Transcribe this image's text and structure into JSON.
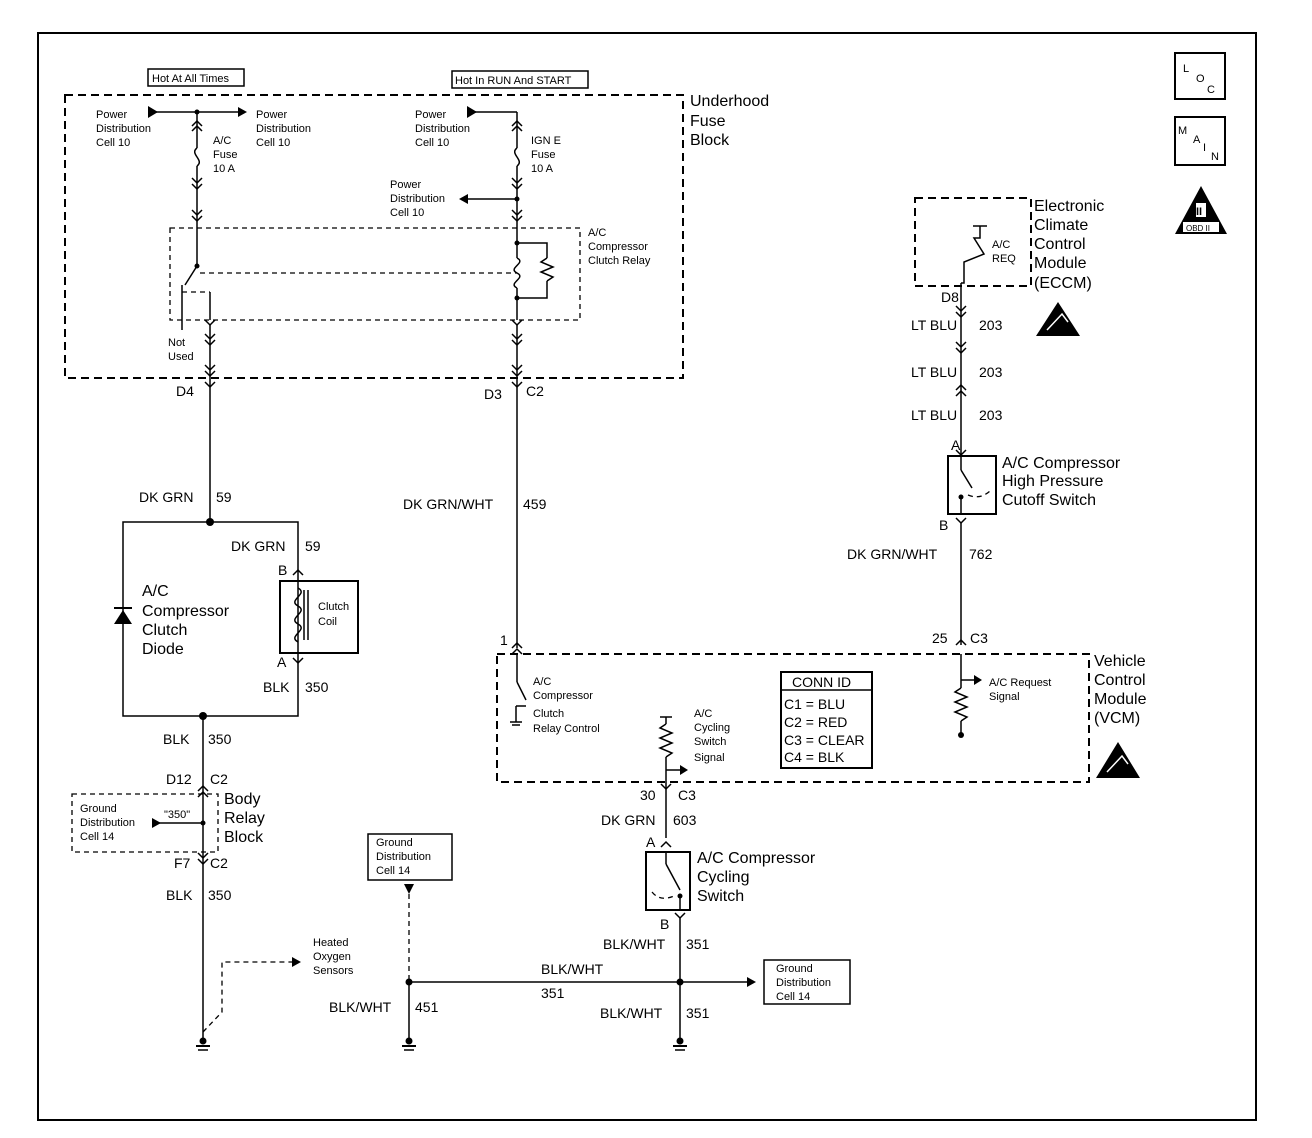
{
  "badges": {
    "loc": [
      "L",
      "O",
      "C"
    ],
    "main": [
      "M",
      "A",
      "I",
      "N"
    ],
    "obd": "OBD II",
    "obd_roman": "II"
  },
  "headers": {
    "hot_always": "Hot At All Times",
    "hot_run": "Hot In RUN And START"
  },
  "fuse_block": {
    "title": [
      "Underhood",
      "Fuse",
      "Block"
    ],
    "pd_left": [
      "Power",
      "Distribution",
      "Cell 10"
    ],
    "pd_left_out": [
      "Power",
      "Distribution",
      "Cell 10"
    ],
    "pd_ign": [
      "Power",
      "Distribution",
      "Cell 10"
    ],
    "pd_ign_out": [
      "Power",
      "Distribution",
      "Cell 10"
    ],
    "fuse_ac": [
      "A/C",
      "Fuse",
      "10 A"
    ],
    "fuse_ign": [
      "IGN E",
      "Fuse",
      "10 A"
    ],
    "relay": [
      "A/C",
      "Compressor",
      "Clutch Relay"
    ],
    "not_used": [
      "Not",
      "Used"
    ],
    "pin_d4": "D4",
    "pin_d3": "D3",
    "pin_c2": "C2"
  },
  "eccm": {
    "title": [
      "Electronic",
      "Climate",
      "Control",
      "Module",
      "(ECCM)"
    ],
    "ac_req": [
      "A/C",
      "REQ"
    ],
    "pin_d8": "D8"
  },
  "wires": {
    "w203_a": {
      "color": "LT BLU",
      "num": "203"
    },
    "w203_b": {
      "color": "LT BLU",
      "num": "203"
    },
    "w203_c": {
      "color": "LT BLU",
      "num": "203"
    },
    "w59_a": {
      "color": "DK GRN",
      "num": "59"
    },
    "w59_b": {
      "color": "DK GRN",
      "num": "59"
    },
    "w459": {
      "color": "DK GRN/WHT",
      "num": "459"
    },
    "w762": {
      "color": "DK GRN/WHT",
      "num": "762"
    },
    "w350_a": {
      "color": "BLK",
      "num": "350"
    },
    "w350_b": {
      "color": "BLK",
      "num": "350"
    },
    "w350_c": {
      "color": "BLK",
      "num": "350"
    },
    "w603": {
      "color": "DK GRN",
      "num": "603"
    },
    "w351_a": {
      "color": "BLK/WHT",
      "num": "351"
    },
    "w351_b": {
      "color": "BLK/WHT",
      "num": "351"
    },
    "w351_c": {
      "color": "BLK/WHT",
      "num": "351"
    },
    "w451": {
      "color": "BLK/WHT",
      "num": "451"
    }
  },
  "hp_switch": {
    "title": [
      "A/C Compressor",
      "High Pressure",
      "Cutoff Switch"
    ],
    "pin_a": "A",
    "pin_b": "B"
  },
  "diode": {
    "title": [
      "A/C",
      "Compressor",
      "Clutch",
      "Diode"
    ]
  },
  "clutch": {
    "title": [
      "Clutch",
      "Coil"
    ],
    "pin_b": "B",
    "pin_a": "A"
  },
  "vcm": {
    "title": [
      "Vehicle",
      "Control",
      "Module",
      "(VCM)"
    ],
    "relay_ctrl": [
      "A/C",
      "Compressor",
      "Clutch",
      "Relay Control"
    ],
    "cycling_sig": [
      "A/C",
      "Cycling",
      "Switch",
      "Signal"
    ],
    "req_sig": [
      "A/C Request",
      "Signal"
    ],
    "conn_title": "CONN ID",
    "conn_rows": [
      "C1 = BLU",
      "C2 = RED",
      "C3 = CLEAR",
      "C4 = BLK"
    ],
    "pin_1": "1",
    "pin_25": "25",
    "pin_c3": "C3",
    "pin_30": "30",
    "pin_c3b": "C3"
  },
  "body_relay": {
    "title": [
      "Body",
      "Relay",
      "Block"
    ],
    "ground": [
      "Ground",
      "Distribution",
      "Cell 14"
    ],
    "splice": "\"350\"",
    "pin_d12": "D12",
    "pin_c2a": "C2",
    "pin_f7": "F7",
    "pin_c2b": "C2"
  },
  "cycling_switch": {
    "title": [
      "A/C Compressor",
      "Cycling",
      "Switch"
    ],
    "pin_a": "A",
    "pin_b": "B"
  },
  "ground_left": [
    "Ground",
    "Distribution",
    "Cell 14"
  ],
  "ground_right": [
    "Ground",
    "Distribution",
    "Cell 14"
  ],
  "o2": [
    "Heated",
    "Oxygen",
    "Sensors"
  ]
}
